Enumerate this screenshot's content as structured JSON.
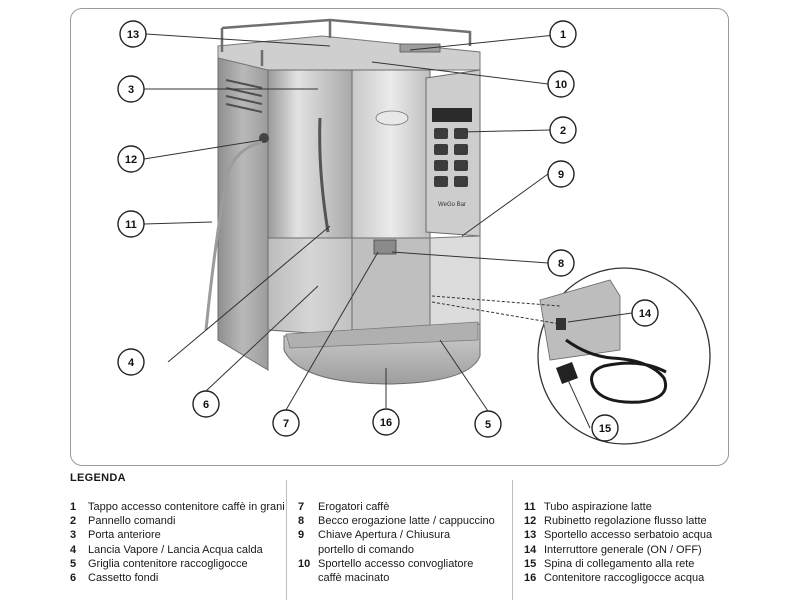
{
  "legend": {
    "title": "LEGENDA",
    "columns": [
      [
        {
          "num": "1",
          "text": "Tappo accesso contenitore caffè in grani"
        },
        {
          "num": "2",
          "text": "Pannello comandi"
        },
        {
          "num": "3",
          "text": "Porta anteriore"
        },
        {
          "num": "4",
          "text": "Lancia Vapore / Lancia Acqua calda"
        },
        {
          "num": "5",
          "text": "Griglia contenitore raccogligocce"
        },
        {
          "num": "6",
          "text": "Cassetto fondi"
        }
      ],
      [
        {
          "num": "7",
          "text": "Erogatori caffè"
        },
        {
          "num": "8",
          "text": "Becco erogazione latte / cappuccino"
        },
        {
          "num": "9",
          "text": "Chiave Apertura / Chiusura"
        },
        {
          "num": "",
          "text": "portello di comando"
        },
        {
          "num": "10",
          "text": "Sportello accesso convogliatore"
        },
        {
          "num": "",
          "text": "caffè macinato"
        }
      ],
      [
        {
          "num": "11",
          "text": "Tubo aspirazione latte"
        },
        {
          "num": "12",
          "text": "Rubinetto regolazione flusso latte"
        },
        {
          "num": "13",
          "text": "Sportello accesso serbatoio acqua"
        },
        {
          "num": "14",
          "text": "Interruttore generale (ON / OFF)"
        },
        {
          "num": "15",
          "text": "Spina di collegamento alla rete"
        },
        {
          "num": "16",
          "text": "Contenitore raccogligocce acqua"
        }
      ]
    ]
  },
  "callouts": [
    "1",
    "2",
    "3",
    "4",
    "5",
    "6",
    "7",
    "8",
    "9",
    "10",
    "11",
    "12",
    "13",
    "14",
    "15",
    "16"
  ],
  "machine": {
    "display_text": "",
    "brand_label": "WeGo Bar"
  },
  "colors": {
    "frame": "#9a9a9a",
    "metal_light": "#d9d9d9",
    "metal_mid": "#b3b3b3",
    "metal_dark": "#7d7d7d",
    "display": "#2b2b2b",
    "cable": "#1a1a1a"
  }
}
